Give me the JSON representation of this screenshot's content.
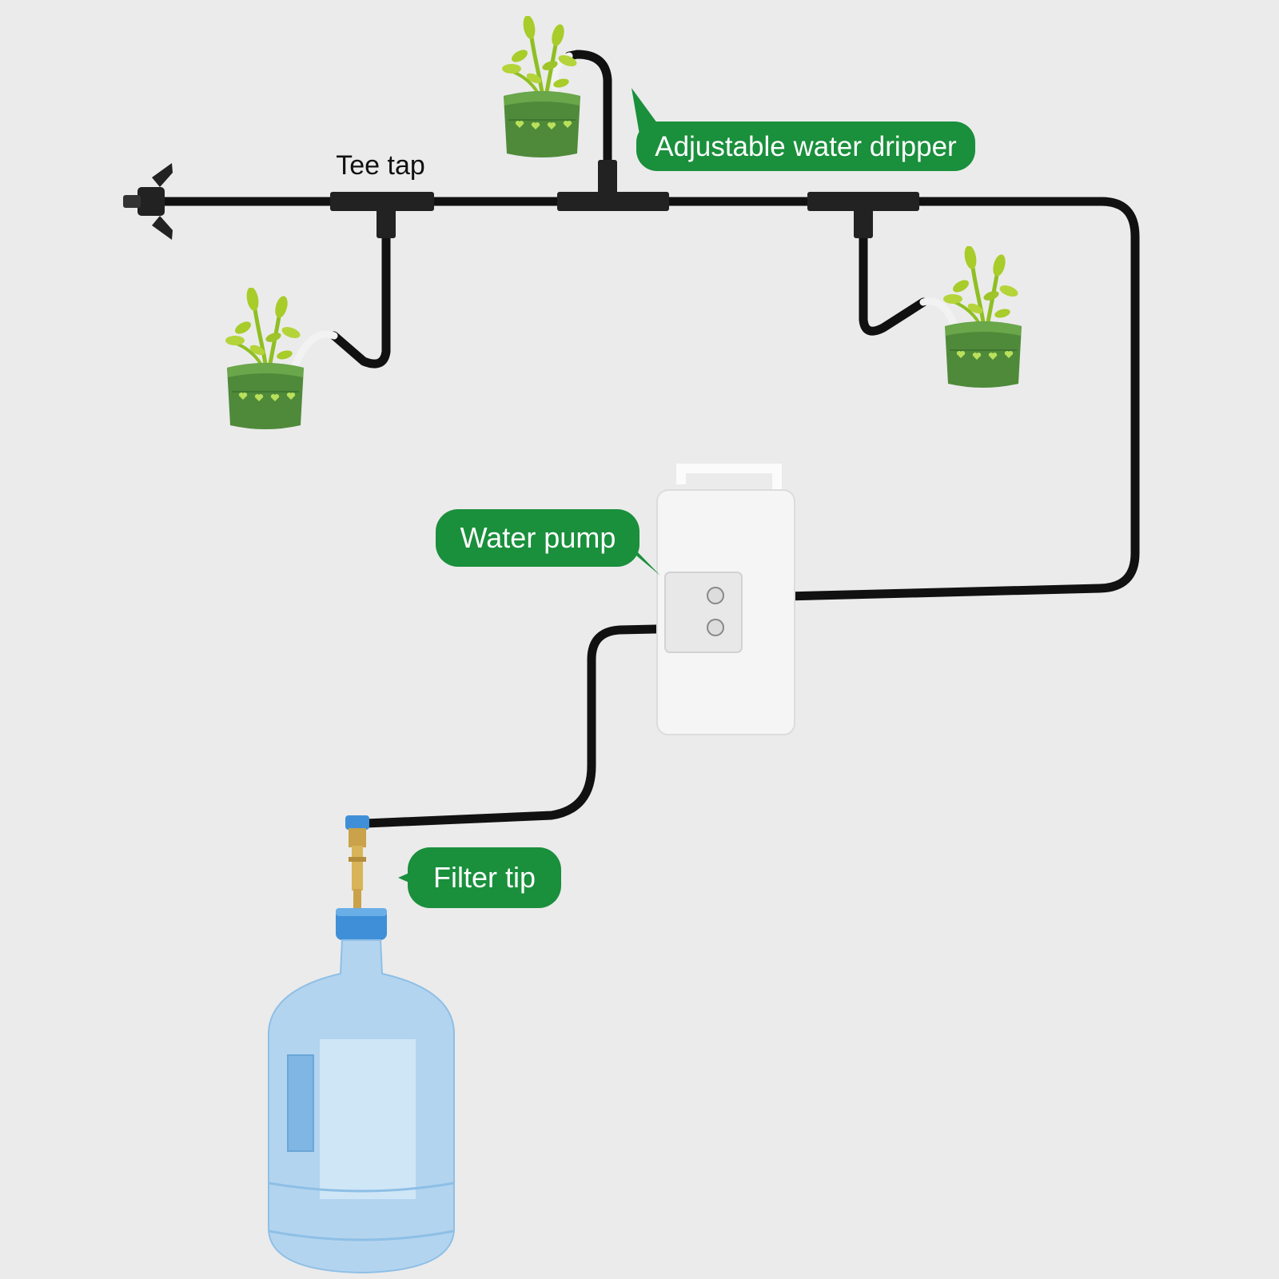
{
  "labels": {
    "tee_tap": "Tee tap",
    "dripper": "Adjustable water dripper",
    "pump": "Water pump",
    "filter": "Filter tip"
  },
  "colors": {
    "background": "#ebebeb",
    "hose": "#111111",
    "callout_green": "#1a8f3c",
    "callout_text": "#ffffff",
    "pot_green": "#4f8a3a",
    "leaf_green": "#a8cc2a",
    "pump_body": "#f4f4f4",
    "bottle_blue": "#9cc7ec",
    "bottle_cap": "#3f8fd8",
    "brass": "#c9a24a"
  },
  "icons": [
    "plant-pot-icon",
    "tee-connector-icon",
    "end-plug-icon",
    "water-pump-icon",
    "water-bottle-icon",
    "brass-filter-icon"
  ]
}
